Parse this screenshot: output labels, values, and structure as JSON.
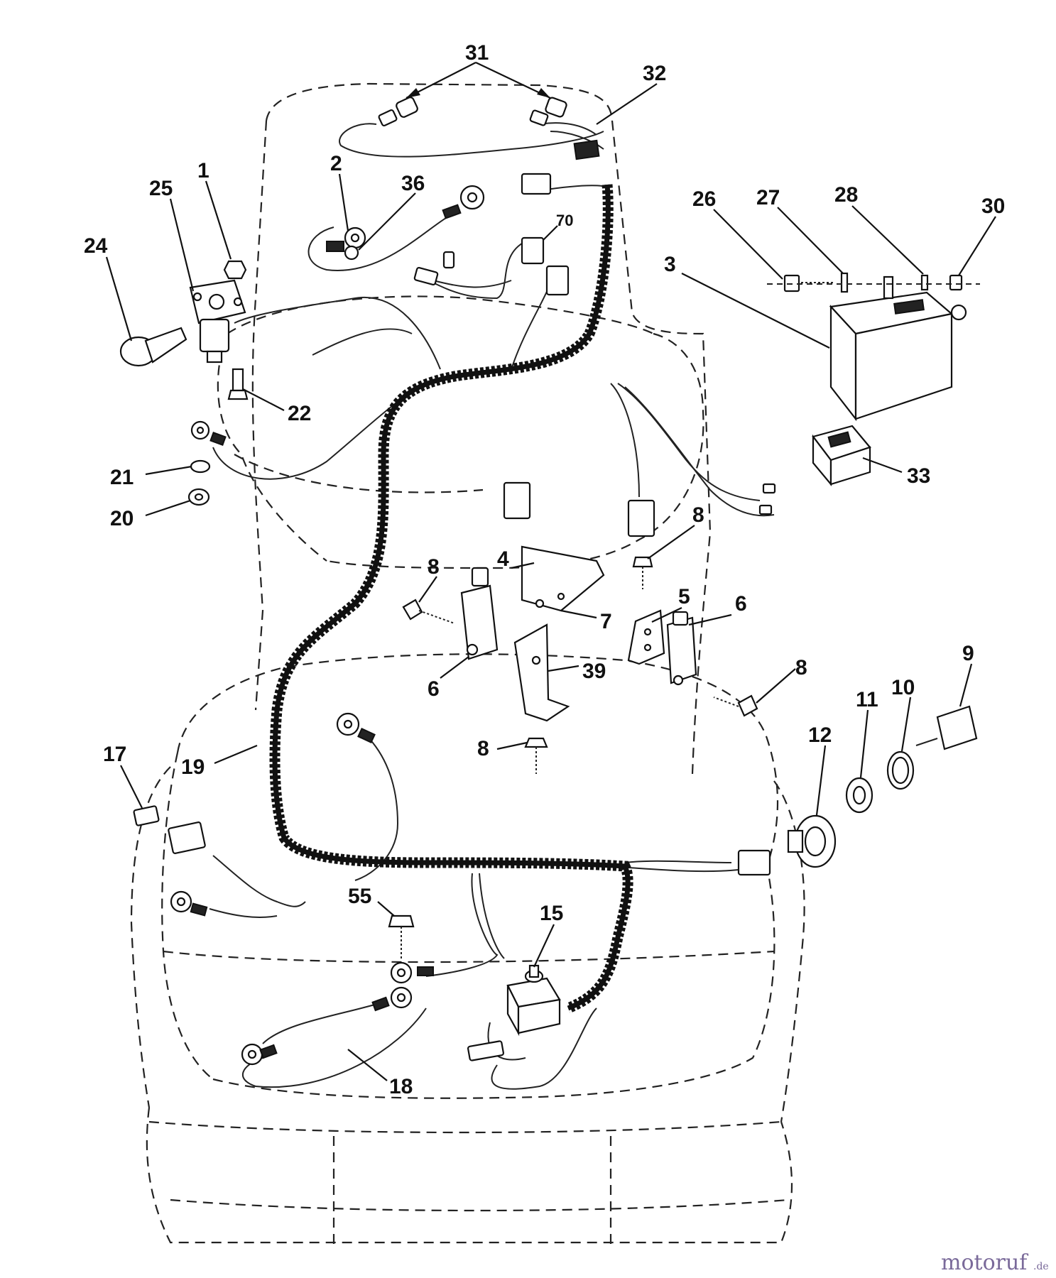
{
  "callouts": [
    {
      "id": "c31",
      "label": "31"
    },
    {
      "id": "c32",
      "label": "32"
    },
    {
      "id": "c2",
      "label": "2"
    },
    {
      "id": "c36",
      "label": "36"
    },
    {
      "id": "c1",
      "label": "1"
    },
    {
      "id": "c25",
      "label": "25"
    },
    {
      "id": "c24",
      "label": "24"
    },
    {
      "id": "c70",
      "label": "70"
    },
    {
      "id": "c26",
      "label": "26"
    },
    {
      "id": "c27",
      "label": "27"
    },
    {
      "id": "c28",
      "label": "28"
    },
    {
      "id": "c30",
      "label": "30"
    },
    {
      "id": "c3",
      "label": "3"
    },
    {
      "id": "c22",
      "label": "22"
    },
    {
      "id": "c21",
      "label": "21"
    },
    {
      "id": "c20",
      "label": "20"
    },
    {
      "id": "c33",
      "label": "33"
    },
    {
      "id": "c8a",
      "label": "8"
    },
    {
      "id": "c4",
      "label": "4"
    },
    {
      "id": "c8b",
      "label": "8"
    },
    {
      "id": "c5",
      "label": "5"
    },
    {
      "id": "c6a",
      "label": "6"
    },
    {
      "id": "c7",
      "label": "7"
    },
    {
      "id": "c39",
      "label": "39"
    },
    {
      "id": "c6b",
      "label": "6"
    },
    {
      "id": "c8c",
      "label": "8"
    },
    {
      "id": "c9",
      "label": "9"
    },
    {
      "id": "c10",
      "label": "10"
    },
    {
      "id": "c11",
      "label": "11"
    },
    {
      "id": "c12",
      "label": "12"
    },
    {
      "id": "c8d",
      "label": "8"
    },
    {
      "id": "c17",
      "label": "17"
    },
    {
      "id": "c19",
      "label": "19"
    },
    {
      "id": "c55",
      "label": "55"
    },
    {
      "id": "c15",
      "label": "15"
    },
    {
      "id": "c18",
      "label": "18"
    }
  ],
  "watermark": {
    "main": "motoruf",
    "suffix": ".de"
  }
}
